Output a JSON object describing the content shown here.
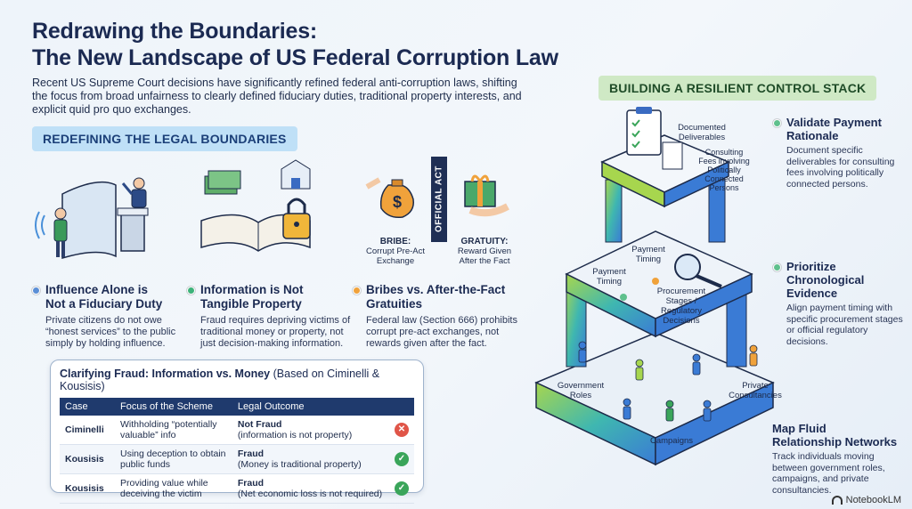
{
  "title_line1": "Redrawing the Boundaries:",
  "title_line2": "The New Landscape of US Federal Corruption Law",
  "intro": "Recent US Supreme Court decisions have significantly refined federal anti-corruption laws, shifting the focus from broad unfairness to clearly defined fiduciary duties, traditional property interests, and explicit quid pro quo exchanges.",
  "left_section": "REDEFINING THE LEGAL BOUNDARIES",
  "right_section": "BUILDING A RESILIENT CONTROL STACK",
  "columns": [
    {
      "heading_1": "Influence Alone is",
      "heading_2": "Not a Fiduciary Duty",
      "body": "Private citizens do not owe “honest services” to the public simply by holding influence.",
      "color": "#5b8fd6"
    },
    {
      "heading_1": "Information is Not",
      "heading_2": "Tangible Property",
      "body": "Fraud requires depriving victims of traditional money or property, not just decision-making information.",
      "color": "#3db27a"
    },
    {
      "heading_1": "Bribes vs. After-the-Fact",
      "heading_2": "Gratuities",
      "body": "Federal law (Section 666) prohibits corrupt pre-act exchanges, not rewards given after the fact.",
      "color": "#f0a23b"
    }
  ],
  "official_act": "OFFICIAL ACT",
  "bribe_caption": {
    "label": "BRIBE:",
    "line1": "Corrupt Pre-Act",
    "line2": "Exchange"
  },
  "gratuity_caption": {
    "label": "GRATUITY:",
    "line1": "Reward Given",
    "line2": "After the Fact"
  },
  "table": {
    "title_bold": "Clarifying Fraud: Information vs. Money",
    "title_note": "(Based on Ciminelli & Kousisis)",
    "headers": [
      "Case",
      "Focus of the Scheme",
      "Legal Outcome"
    ],
    "rows": [
      {
        "case": "Ciminelli",
        "focus_1": "Withholding “potentially",
        "focus_2": "valuable” info",
        "outcome": "Not Fraud",
        "note": "(information is not property)",
        "icon": "x-icon",
        "color": "#e05548",
        "glyph": "✕"
      },
      {
        "case": "Kousisis",
        "focus_1": "Using deception to obtain",
        "focus_2": "public funds",
        "outcome": "Fraud",
        "note": "(Money is traditional property)",
        "icon": "check-icon",
        "color": "#3aa55a",
        "glyph": "✓"
      },
      {
        "case": "Kousisis",
        "focus_1": "Providing value while",
        "focus_2": "deceiving the victim",
        "outcome": "Fraud",
        "note": "(Net economic loss is not required)",
        "icon": "check-icon",
        "color": "#3aa55a",
        "glyph": "✓"
      }
    ]
  },
  "stack_labels": {
    "documented_1": "Documented",
    "documented_2": "Deliverables",
    "consulting_1": "Consulting",
    "consulting_2": "Fees involving",
    "consulting_3": "Politically",
    "consulting_4": "Connected",
    "consulting_5": "Persons",
    "payment_timing_a_1": "Payment",
    "payment_timing_a_2": "Timing",
    "payment_timing_b_1": "Payment",
    "payment_timing_b_2": "Timing",
    "procurement_1": "Procurement",
    "procurement_2": "Stages /",
    "procurement_3": "Regulatory",
    "procurement_4": "Decisions",
    "gov_roles_1": "Government",
    "gov_roles_2": "Roles",
    "private_1": "Private",
    "private_2": "Consultancies",
    "campaigns": "Campaigns"
  },
  "right_items": [
    {
      "heading_1": "Validate Payment",
      "heading_2": "Rationale",
      "body": "Document specific deliverables for consulting fees involving politically connected persons.",
      "color": "#5fc08d"
    },
    {
      "heading_1": "Prioritize",
      "heading_2": "Chronological",
      "heading_3": "Evidence",
      "body": "Align payment timing with specific procurement stages or official regulatory decisions.",
      "color": "#5fc08d"
    },
    {
      "heading_1": "Map Fluid",
      "heading_2": "Relationship Networks",
      "body": "Track individuals moving between government roles, campaigns, and private consultancies."
    }
  ],
  "footer": "NotebookLM"
}
